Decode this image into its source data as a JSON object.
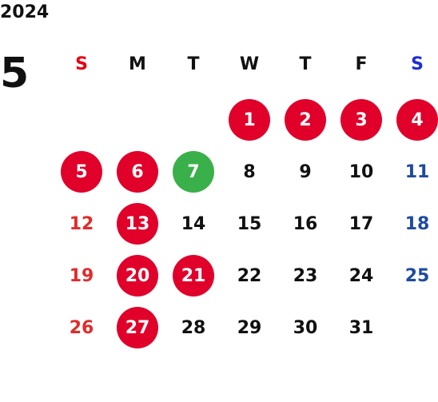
{
  "calendar": {
    "year": "2024",
    "month": "5",
    "weekdays": [
      {
        "label": "S",
        "color": "#e60012"
      },
      {
        "label": "M",
        "color": "#111111"
      },
      {
        "label": "T",
        "color": "#111111"
      },
      {
        "label": "W",
        "color": "#111111"
      },
      {
        "label": "T",
        "color": "#111111"
      },
      {
        "label": "F",
        "color": "#111111"
      },
      {
        "label": "S",
        "color": "#1d2ed6"
      }
    ],
    "first_weekday_index": 3,
    "days_in_month": 31,
    "colors": {
      "holiday_circle": "#e0002a",
      "today_circle": "#3ab04a",
      "sunday_text": "#e22b2b",
      "saturday_text": "#1f4aa0",
      "weekday_text": "#111111",
      "circle_text": "#ffffff"
    },
    "holidays": [
      1,
      2,
      3,
      4,
      5,
      6,
      13,
      20,
      21,
      27
    ],
    "today": 7,
    "day_labels": [
      "1",
      "2",
      "3",
      "4",
      "5",
      "6",
      "7",
      "8",
      "9",
      "10",
      "11",
      "12",
      "13",
      "14",
      "15",
      "16",
      "17",
      "18",
      "19",
      "20",
      "21",
      "22",
      "23",
      "24",
      "25",
      "26",
      "27",
      "28",
      "29",
      "30",
      "31"
    ]
  }
}
